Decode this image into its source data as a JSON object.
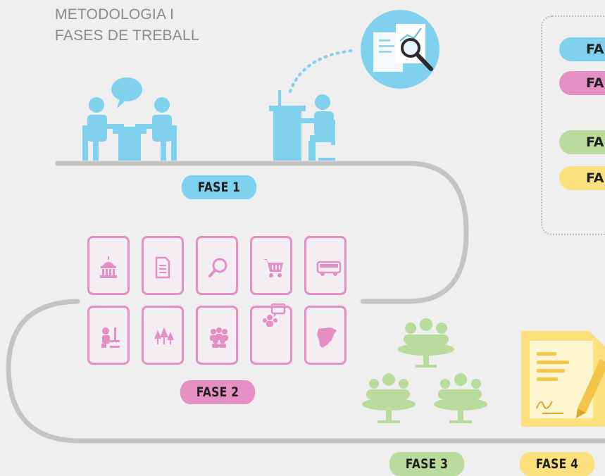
{
  "title": {
    "line1": "METODOLOGIA I",
    "line2": "FASES DE TREBALL"
  },
  "phases": {
    "fase1": "FASE 1",
    "fase2": "FASE 2",
    "fase3": "FASE 3",
    "fase4": "FASE 4"
  },
  "legend": {
    "items": [
      "FAS",
      "FAS",
      "FAS",
      "FAS"
    ]
  },
  "colors": {
    "blue": "#7fd1ee",
    "pink": "#e590c4",
    "green": "#b9dc9c",
    "yellow": "#fbe07e",
    "road": "#c4c4c4"
  },
  "icons": {
    "fase1": [
      "meeting-icon",
      "desk-worker-icon",
      "documents-magnifier-icon"
    ],
    "fase2": [
      "parliament-icon",
      "document-icon",
      "search-icon",
      "cart-icon",
      "bus-icon",
      "computer-user-icon",
      "trees-icon",
      "group-icon",
      "speaker-icon",
      "catalonia-map-icon"
    ],
    "fase3": [
      "round-table-icon"
    ],
    "fase4": [
      "signed-document-icon"
    ]
  }
}
